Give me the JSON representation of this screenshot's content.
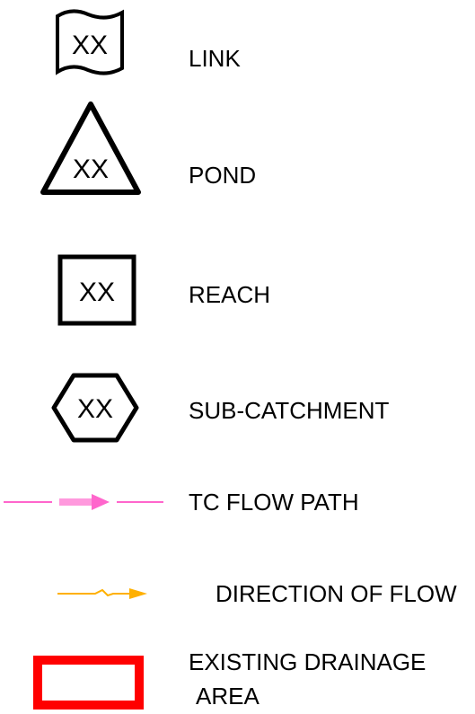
{
  "legend": {
    "items": [
      {
        "symbol_text": "XX",
        "label": "LINK",
        "icon": "link-icon"
      },
      {
        "symbol_text": "XX",
        "label": "POND",
        "icon": "pond-icon"
      },
      {
        "symbol_text": "XX",
        "label": "REACH",
        "icon": "reach-icon"
      },
      {
        "symbol_text": "XX",
        "label": "SUB-CATCHMENT",
        "icon": "sub-catchment-icon"
      },
      {
        "label": "TC FLOW PATH",
        "icon": "tc-flow-path-icon",
        "color": "#ff66cc"
      },
      {
        "label": "DIRECTION OF FLOW",
        "icon": "direction-of-flow-icon",
        "color": "#ffb000"
      },
      {
        "label_line1": "EXISTING DRAINAGE",
        "label_line2": "AREA",
        "icon": "existing-drainage-area-icon",
        "color": "#ff0000"
      }
    ]
  }
}
